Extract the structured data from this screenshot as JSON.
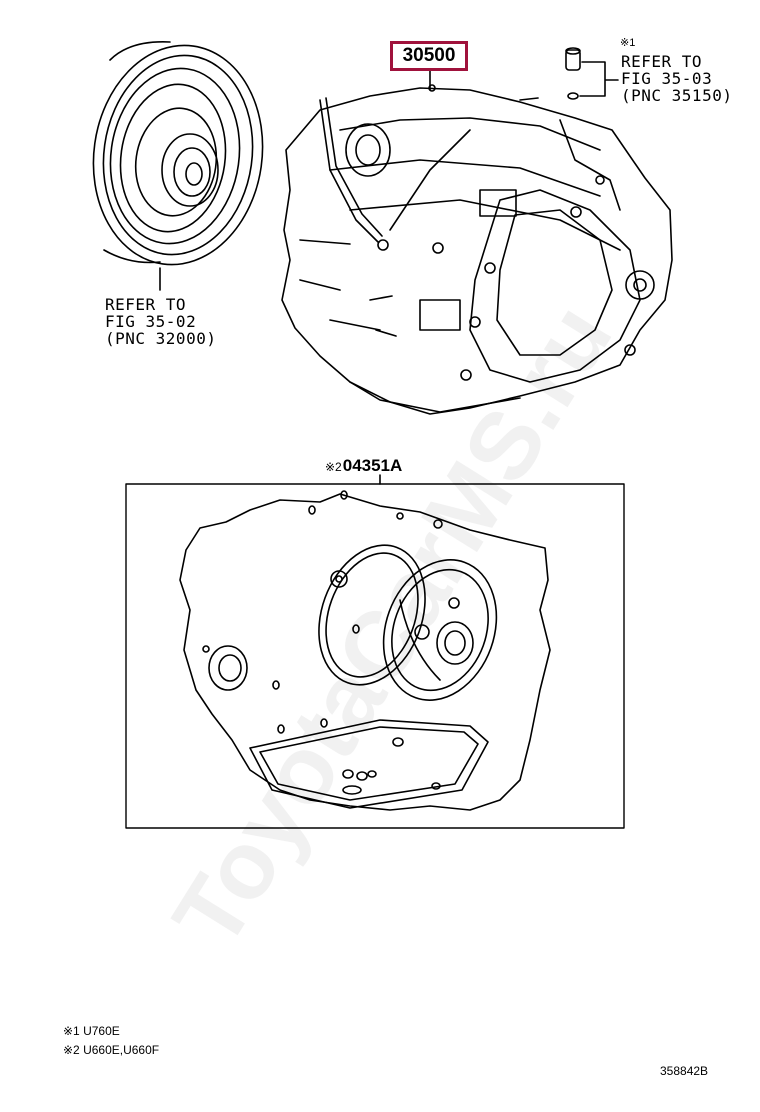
{
  "main_part": {
    "pnc": "30500"
  },
  "converter_ref": {
    "lines": [
      "REFER TO",
      "FIG 35-02",
      "(PNC 32000)"
    ]
  },
  "plug_ref": {
    "mark": "※1",
    "lines": [
      "REFER TO",
      "FIG 35-03",
      "(PNC 35150)"
    ]
  },
  "gasket_kit": {
    "mark": "※2",
    "pnc": "04351A"
  },
  "footnotes": [
    "※1 U760E",
    "※2 U660E,U660F"
  ],
  "illustration_number": "358842B",
  "watermark": "ToyotaCarMS.ru",
  "colors": {
    "highlight_box": "#a0123c",
    "line": "#000000",
    "background": "#ffffff"
  }
}
